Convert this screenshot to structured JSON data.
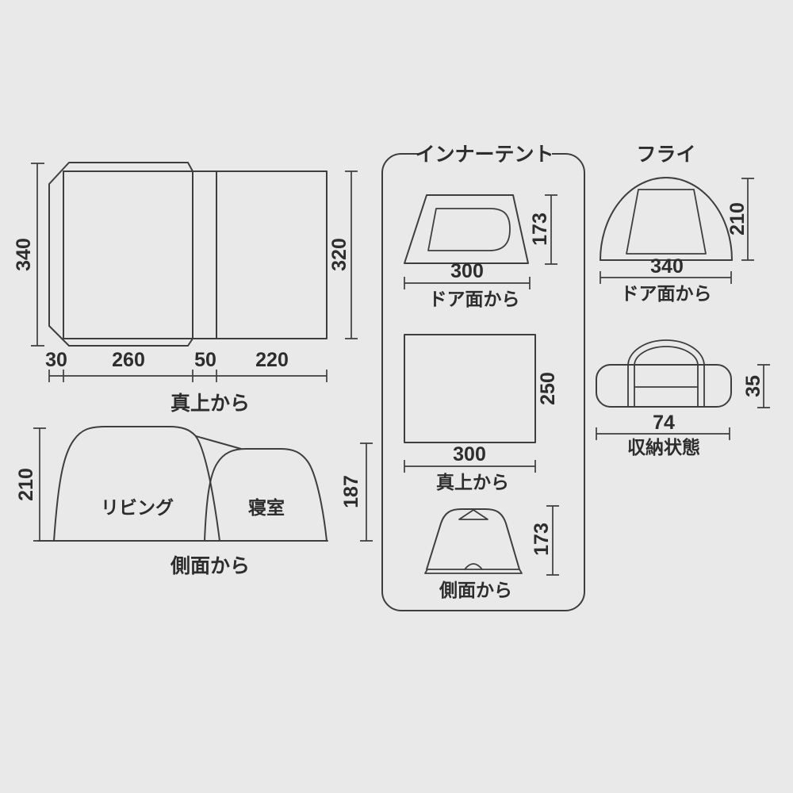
{
  "colors": {
    "background": "#e9e9e9",
    "line": "#3e3e3e",
    "text": "#2d2d2d"
  },
  "floor_plan": {
    "caption": "真上から",
    "depth_left": "340",
    "depth_right": "320",
    "widths": [
      "30",
      "260",
      "50",
      "220"
    ]
  },
  "side_profile": {
    "caption": "側面から",
    "total_height": "210",
    "bedroom_height": "187",
    "living_label": "リビング",
    "bedroom_label": "寝室"
  },
  "inner_tent": {
    "title": "インナーテント",
    "door_view": {
      "caption": "ドア面から",
      "width": "300",
      "height": "173"
    },
    "top_view": {
      "caption": "真上から",
      "width": "300",
      "depth": "250"
    },
    "side_view": {
      "caption": "側面から",
      "height": "173"
    }
  },
  "fly": {
    "title": "フライ",
    "door_view": {
      "caption": "ドア面から",
      "width": "340",
      "height": "210"
    }
  },
  "storage": {
    "caption": "収納状態",
    "width": "74",
    "height": "35"
  }
}
